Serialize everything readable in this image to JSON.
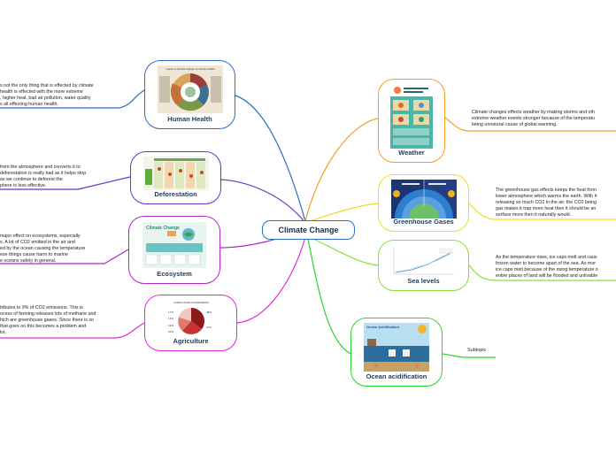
{
  "central": {
    "title": "Climate Change"
  },
  "topics": {
    "human_health": {
      "label": "Human Health",
      "thumb_title": "Impact of Climate Change on Human Health",
      "note": [
        "s not the only thing that is effected by climate",
        "health is effected with the more extreme",
        ", higher heat, bad air pollution, water quality",
        "s all effecting human health."
      ]
    },
    "deforestation": {
      "label": "Deforestation",
      "note": [
        "from the atmosphere and converts it to",
        "deforestation is really bad as it helps stop",
        "as we continue to deforest the",
        "phere is less effective."
      ]
    },
    "ecosystem": {
      "label": "Ecosystem",
      "thumb_title": "Climate Change",
      "note": [
        " major effect on ecosystems, especially",
        "s.  A lot of CO2 emitted in the air and",
        "ed by the ocean causing the temperature",
        "ese things cause harm to marine",
        "e oceans safety in general."
      ]
    },
    "agriculture": {
      "label": "Agriculture",
      "thumb_title": "AGRICULTURE CO2 EMISSIONS",
      "pie_values": [
        "48%",
        "37%",
        "17%",
        "13%",
        "12%",
        "10%"
      ],
      "note": [
        "tributes to 9% of CO2 emissions. This is",
        "ocess of farming releases lots of methane and",
        "hich are greenhouse gases. Since there is so",
        "that goes on this becomes a problem and",
        " lot."
      ]
    },
    "weather": {
      "label": "Weather",
      "note": [
        "Climate changes effects weather by making storms and oth",
        "extreme weather events stronger because of the temperatu",
        "being unnatural cause of global warming."
      ]
    },
    "greenhouse": {
      "label": "Greenhouse Gases",
      "note": [
        "The greenhouse gas effects keeps the heat from",
        "lower atmosphere which warms the earth. With h",
        "releasing so much CO2 in the air, the CO2 being",
        "gas makes it trap more heat then it should be an",
        "surface more then it naturally would."
      ]
    },
    "sea_levels": {
      "label": "Sea levels",
      "note": [
        "As the temperature rises, ice caps melt and caus",
        "frozen water to become apart of the sea. As mor",
        "ice caps melt because of the rising temperature o",
        "entire places of land will be flooded and unlivable"
      ]
    },
    "ocean": {
      "label": "Ocean acidification",
      "thumb_title": "Ocean Acidification",
      "subtopic": "Subtopic"
    }
  },
  "colors": {
    "human_health": "#2a6ebd",
    "deforestation": "#6a33cc",
    "ecosystem": "#b126c9",
    "agriculture": "#e22bd6",
    "weather": "#f0a024",
    "greenhouse": "#e9df21",
    "sea_levels": "#86e03b",
    "ocean": "#28d52d"
  }
}
